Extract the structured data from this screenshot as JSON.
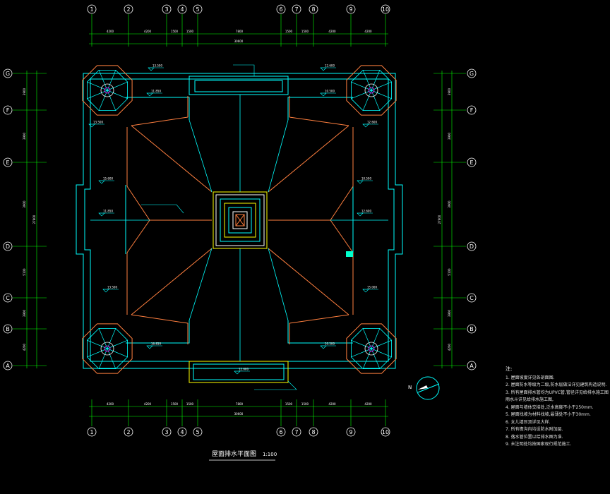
{
  "axes": {
    "vertical": [
      "1",
      "2",
      "3",
      "4",
      "5",
      "6",
      "7",
      "8",
      "9",
      "10"
    ],
    "horizontal": [
      "A",
      "B",
      "C",
      "D",
      "E",
      "F",
      "G"
    ]
  },
  "dimensions": {
    "top": [
      "4200",
      "4200",
      "1500",
      "1500",
      "7800",
      "1500",
      "1500",
      "4200",
      "4200"
    ],
    "top_total": "30600",
    "bottom": [
      "4200",
      "4200",
      "1500",
      "1500",
      "7800",
      "1500",
      "1500",
      "4200",
      "4200"
    ],
    "bottom_total": "30600",
    "side": [
      "4200",
      "3900",
      "5100",
      "3900",
      "3900",
      "3900"
    ],
    "side_total": "27600"
  },
  "elevations": [
    "13.500",
    "12.600",
    "11.850",
    "10.500",
    "13.500",
    "12.600",
    "15.600",
    "10.500",
    "11.850",
    "12.600",
    "13.500",
    "15.000",
    "16.850",
    "10.500",
    "12.600"
  ],
  "drawing_title": "屋面排水平面图",
  "scale": "1:100",
  "north_label": "N",
  "notes": {
    "heading": "注:",
    "lines": [
      "1. 屋面坡度详见各剖面图.",
      "2. 屋面防水等级为二级,防水层做法详见建筑构造说明.",
      "3. 所有屋面排水管均为UPVC管,管径详见给排水施工图,",
      "   雨水斗详见给排水施工图,",
      "4. 屋面与墙体交接处,泛水高度不小于250mm.",
      "5. 屋面找坡为材料找坡,最薄处不小于30mm.",
      "6. 女儿墙压顶详见大样.",
      "7. 所有檐沟内均设防水附加层.",
      "8. 落水管位置以给排水图为准.",
      "9. 未注明处均按国家现行规范施工."
    ]
  },
  "colors": {
    "axis": "#00ff00",
    "outline": "#00ffff",
    "roof_ridge": "#ff7f3f",
    "text": "#ffffff",
    "highlight": "#ffff00",
    "accent": "#ff00ff"
  }
}
